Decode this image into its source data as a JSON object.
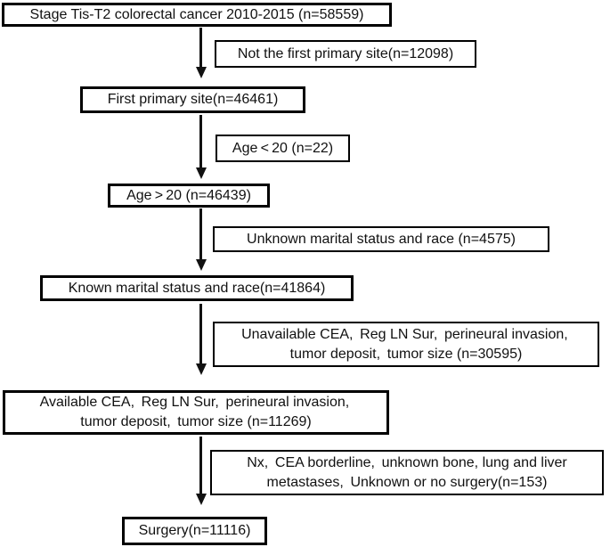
{
  "flow": {
    "main_boxes": [
      {
        "label": "Stage Tis-T2 colorectal cancer 2010-2015 (n=58559)"
      },
      {
        "label": "First primary site(n=46461)"
      },
      {
        "label": "Age＞20（n=46439）"
      },
      {
        "label": "Known marital status and race(n=41864)"
      },
      {
        "label": "Available CEA、Reg LN Sur、perineural invasion、\ntumor deposit、tumor size (n=11269)"
      },
      {
        "label": "Surgery(n=11116)"
      }
    ],
    "exclusions": [
      {
        "label": "Not the first primary site(n=12098)"
      },
      {
        "label": "Age＜20（n=22）"
      },
      {
        "label": "Unknown marital status and race（n=4575）"
      },
      {
        "label": "Unavailable CEA、Reg LN Sur、perineural invasion、\ntumor deposit、tumor size (n=30595)"
      },
      {
        "label": "Nx、CEA borderline、unknown bone, lung and liver\nmetastases、Unknown or no surgery(n=153)"
      }
    ],
    "edges": [
      {
        "from": 0,
        "to": 1,
        "exclusion": 0
      },
      {
        "from": 1,
        "to": 2,
        "exclusion": 1
      },
      {
        "from": 2,
        "to": 3,
        "exclusion": 2
      },
      {
        "from": 3,
        "to": 4,
        "exclusion": 3
      },
      {
        "from": 4,
        "to": 5,
        "exclusion": 4
      }
    ],
    "colors": {
      "border": "#000000",
      "background": "#ffffff",
      "text": "#111111"
    }
  }
}
